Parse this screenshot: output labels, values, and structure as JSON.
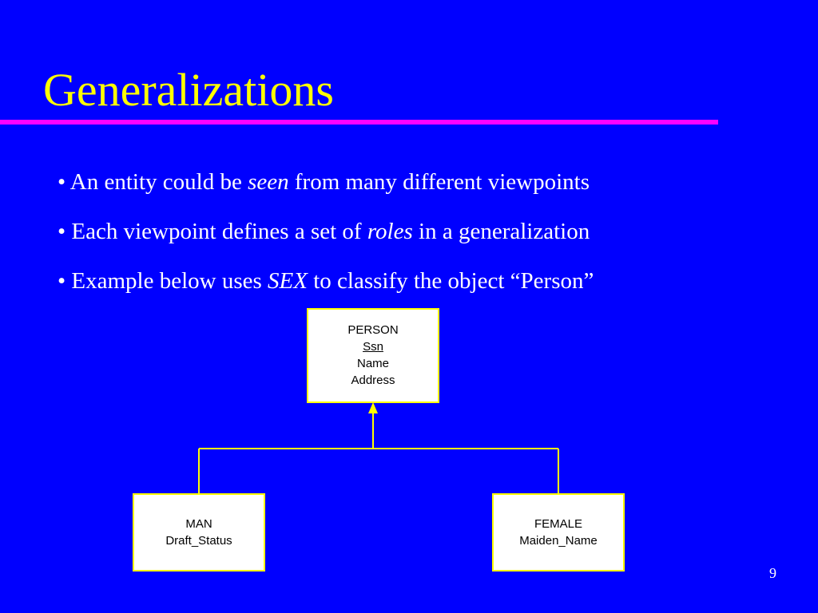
{
  "slide": {
    "title": "Generalizations",
    "bullets": [
      {
        "prefix": "• An entity could be ",
        "emphasis": "seen",
        "suffix": " from many different viewpoints"
      },
      {
        "prefix": "• Each viewpoint defines a set of ",
        "emphasis": "roles",
        "suffix": " in a generalization"
      },
      {
        "prefix": "• Example below uses ",
        "emphasis": "SEX",
        "suffix": " to classify the object “Person”"
      }
    ],
    "page_number": "9"
  },
  "diagram": {
    "parent": {
      "name": "PERSON",
      "key": "Ssn",
      "attributes": [
        "Name",
        "Address"
      ]
    },
    "children": [
      {
        "name": "MAN",
        "attributes": [
          "Draft_Status"
        ]
      },
      {
        "name": "FEMALE",
        "attributes": [
          "Maiden_Name"
        ]
      }
    ]
  },
  "colors": {
    "background": "#0000FF",
    "title": "#FFFF00",
    "rule": "#FF00FF",
    "connector": "#FFFF00",
    "box_fill": "#FFFFFF",
    "body_text": "#FFFFFF"
  }
}
